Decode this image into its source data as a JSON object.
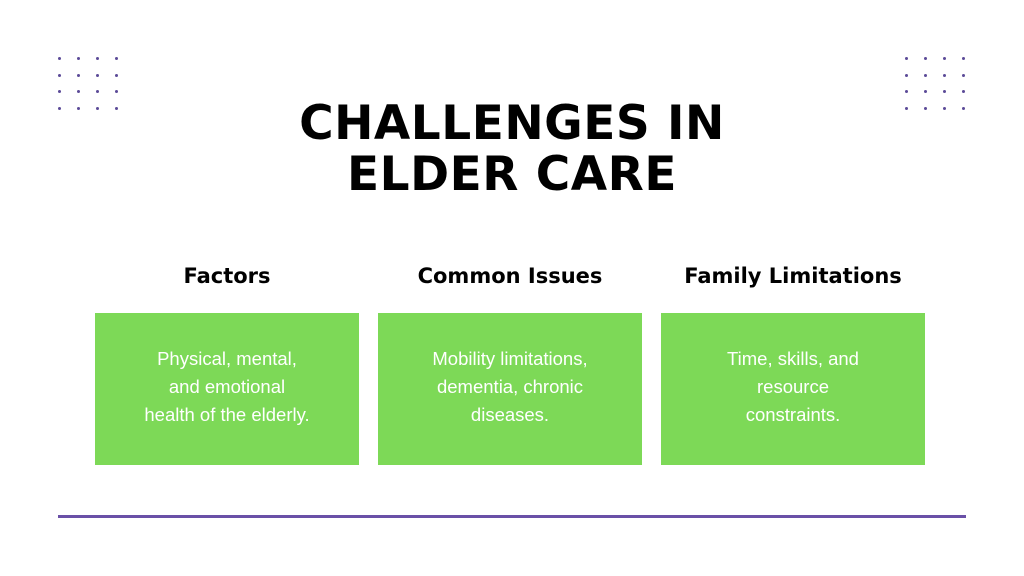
{
  "title": {
    "line1": "CHALLENGES IN",
    "line2": "ELDER CARE"
  },
  "columns": [
    {
      "heading": "Factors",
      "body_lines": [
        "Physical, mental,",
        "and emotional",
        "health of the elderly."
      ]
    },
    {
      "heading": "Common Issues",
      "body_lines": [
        "Mobility limitations,",
        "dementia, chronic",
        "diseases."
      ]
    },
    {
      "heading": "Family Limitations",
      "body_lines": [
        "Time, skills, and",
        "resource",
        "constraints."
      ]
    }
  ],
  "colors": {
    "box_fill": "#7dd957",
    "accent_purple": "#6a50a7",
    "dot_color": "#5b4a98",
    "text": "#000000",
    "box_text": "#ffffff"
  }
}
